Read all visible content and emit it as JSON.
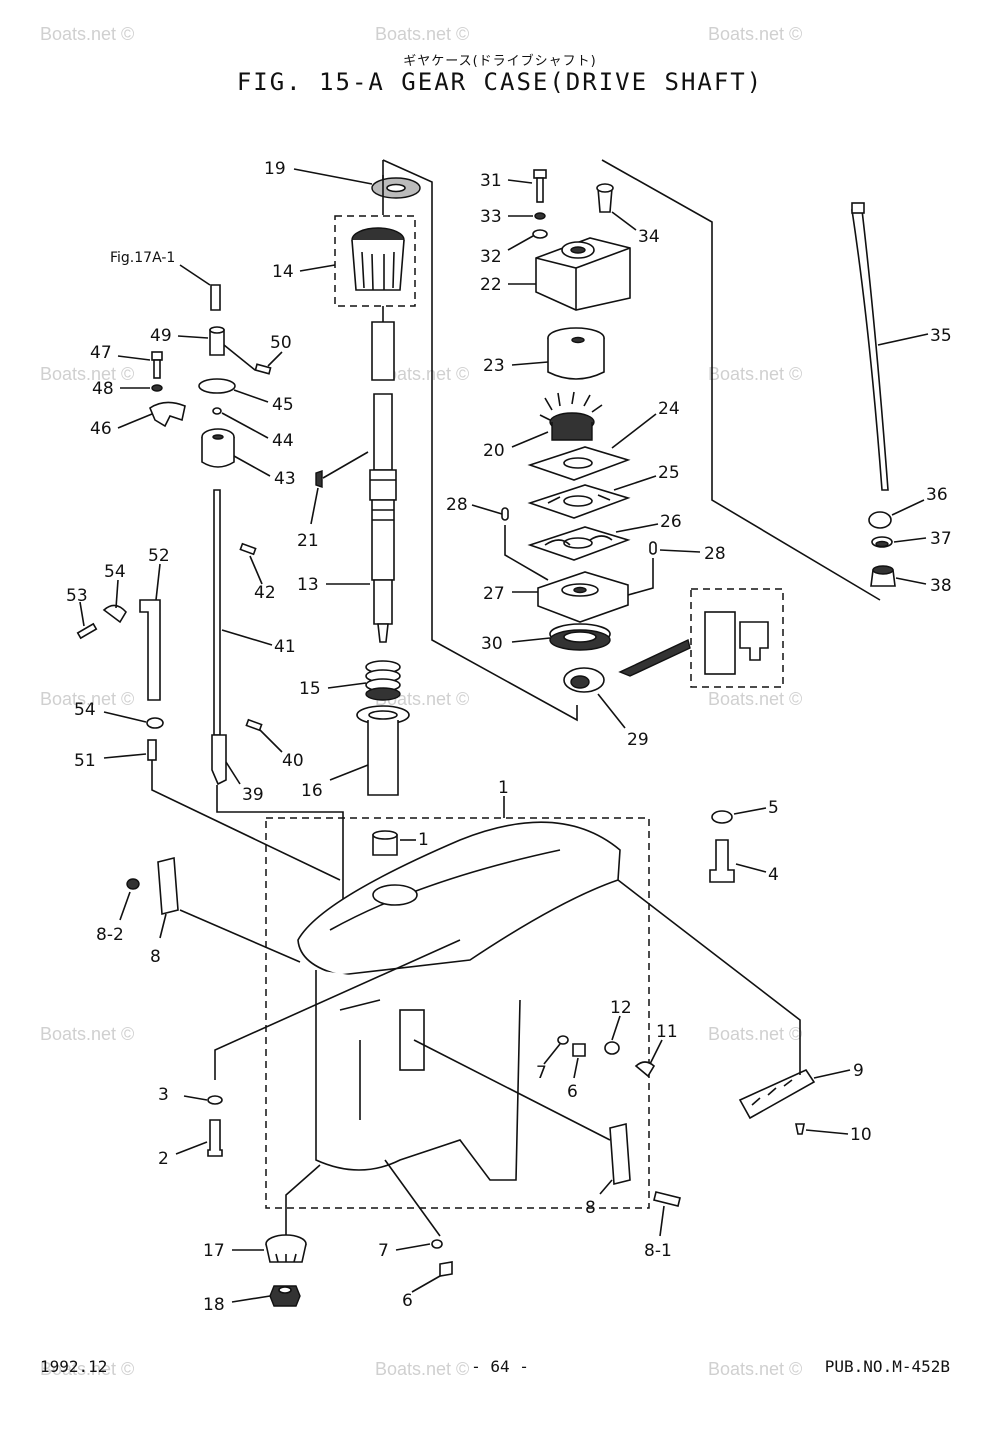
{
  "header": {
    "jp_title": "ギヤケース(ドライブシャフト)",
    "title": "FIG. 15-A GEAR CASE(DRIVE SHAFT)"
  },
  "reference": "Fig.17A-1",
  "callouts": [
    "19",
    "14",
    "13",
    "15",
    "16",
    "21",
    "31",
    "33",
    "32",
    "22",
    "34",
    "23",
    "24",
    "20",
    "25",
    "28",
    "26",
    "28",
    "27",
    "30",
    "29",
    "35",
    "36",
    "37",
    "38",
    "49",
    "50",
    "47",
    "48",
    "45",
    "46",
    "44",
    "43",
    "42",
    "41",
    "52",
    "54",
    "53",
    "54",
    "51",
    "40",
    "39",
    "1",
    "1",
    "5",
    "4",
    "8-2",
    "8",
    "12",
    "11",
    "7",
    "6",
    "9",
    "3",
    "10",
    "2",
    "8",
    "8-1",
    "17",
    "7",
    "18",
    "6"
  ],
  "watermark": "Boats.net ©",
  "footer": {
    "date": "1992.12",
    "page": "- 64 -",
    "pub": "PUB.NO.M-452B"
  }
}
